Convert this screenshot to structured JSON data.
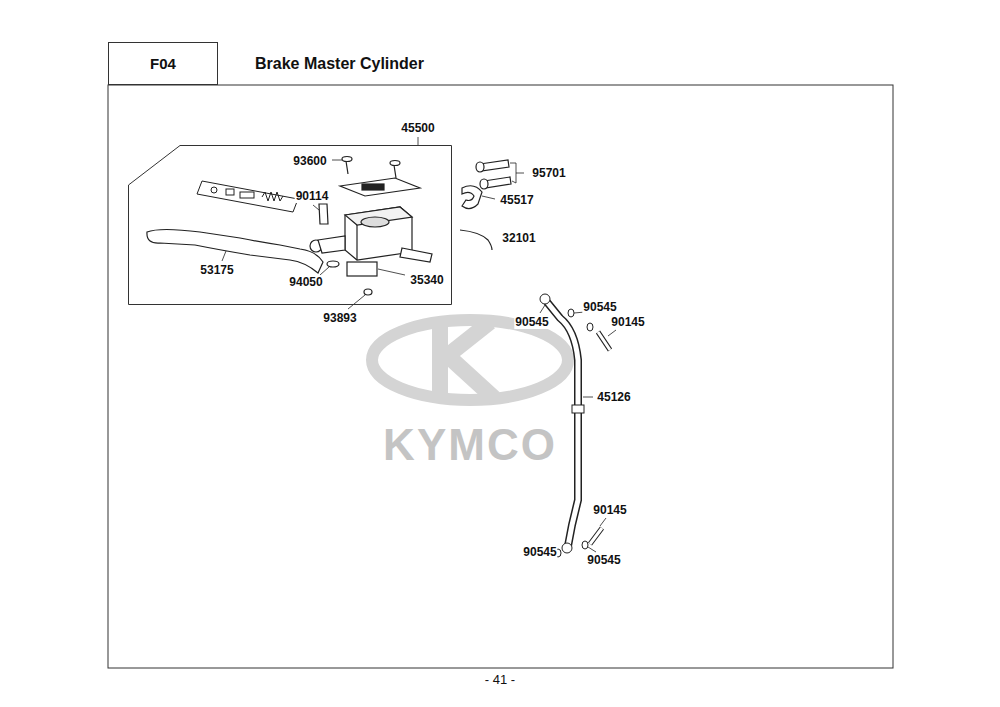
{
  "diagram": {
    "title": "Brake Master Cylinder",
    "nodes": [
      {
        "text": [
          "F04"
        ]
      },
      {
        "text": [
          "45500"
        ]
      }
    ],
    "labels": [
      "93600",
      "90114",
      "95701",
      "45517",
      "32101",
      "53175",
      "94050",
      "35340",
      "93893",
      "90545",
      "90545",
      "90145",
      "45126",
      "90145",
      "90545",
      "90545",
      "KYMCO",
      "- 41 -"
    ]
  }
}
